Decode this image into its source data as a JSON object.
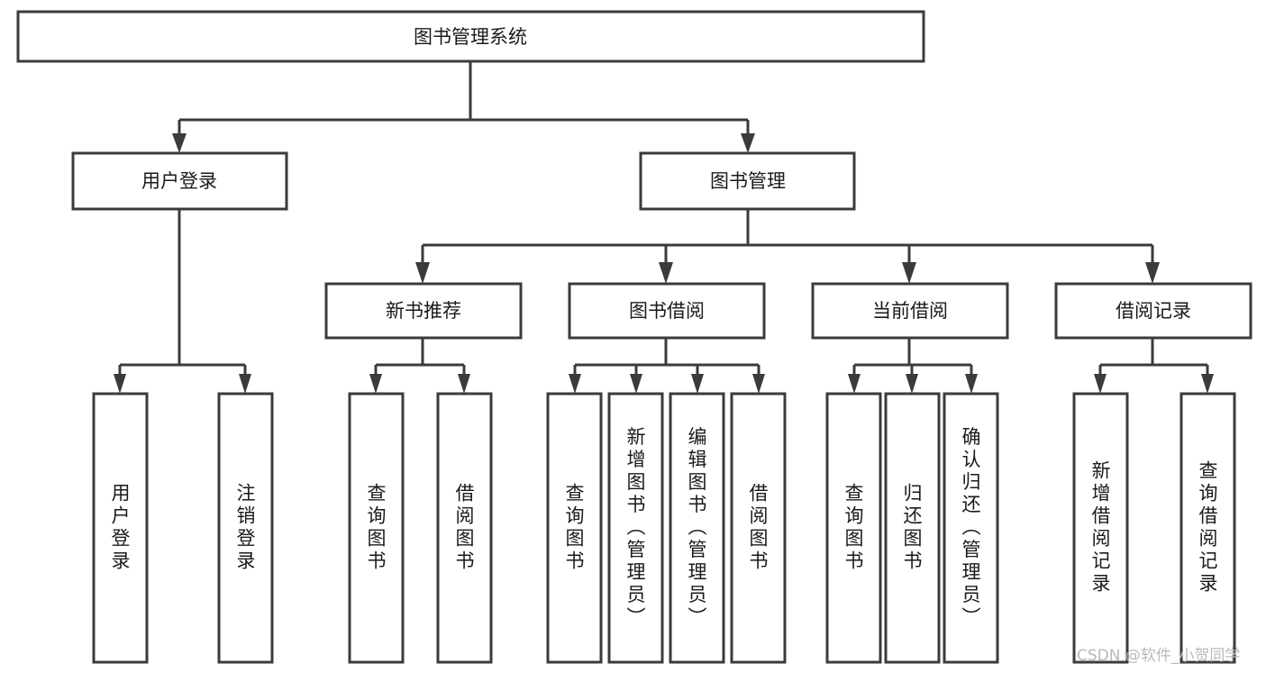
{
  "diagram": {
    "type": "tree-hierarchy",
    "title": "图书管理系统",
    "root": {
      "id": "root",
      "label": "图书管理系统"
    },
    "level2": [
      {
        "id": "user-login",
        "label": "用户登录"
      },
      {
        "id": "book-manage",
        "label": "图书管理"
      }
    ],
    "level3": [
      {
        "id": "new-book-rec",
        "label": "新书推荐",
        "parent": "book-manage"
      },
      {
        "id": "book-borrow",
        "label": "图书借阅",
        "parent": "book-manage"
      },
      {
        "id": "current-borrow",
        "label": "当前借阅",
        "parent": "book-manage"
      },
      {
        "id": "borrow-record",
        "label": "借阅记录",
        "parent": "book-manage"
      }
    ],
    "leaves": [
      {
        "id": "leaf-user-login",
        "label": "用户登录",
        "parent": "user-login"
      },
      {
        "id": "leaf-user-logout",
        "label": "注销登录",
        "parent": "user-login"
      },
      {
        "id": "leaf-query-book-1",
        "label": "查询图书",
        "parent": "new-book-rec"
      },
      {
        "id": "leaf-borrow-book-1",
        "label": "借阅图书",
        "parent": "new-book-rec"
      },
      {
        "id": "leaf-query-book-2",
        "label": "查询图书",
        "parent": "book-borrow"
      },
      {
        "id": "leaf-add-book",
        "label": "新增图书（管理员）",
        "parent": "book-borrow"
      },
      {
        "id": "leaf-edit-book",
        "label": "编辑图书（管理员）",
        "parent": "book-borrow"
      },
      {
        "id": "leaf-borrow-book-2",
        "label": "借阅图书",
        "parent": "book-borrow"
      },
      {
        "id": "leaf-query-book-3",
        "label": "查询图书",
        "parent": "current-borrow"
      },
      {
        "id": "leaf-return-book",
        "label": "归还图书",
        "parent": "current-borrow"
      },
      {
        "id": "leaf-confirm-return",
        "label": "确认归还（管理员）",
        "parent": "current-borrow"
      },
      {
        "id": "leaf-add-record",
        "label": "新增借阅记录",
        "parent": "borrow-record"
      },
      {
        "id": "leaf-query-record",
        "label": "查询借阅记录",
        "parent": "borrow-record"
      }
    ]
  },
  "watermark": {
    "text": "CSDN @软件_小贺同学"
  },
  "colors": {
    "stroke": "#3b3b3b",
    "box_fill": "#ffffff",
    "text": "#1a1a1a",
    "watermark": "#b9b9b9",
    "background": "#ffffff"
  }
}
